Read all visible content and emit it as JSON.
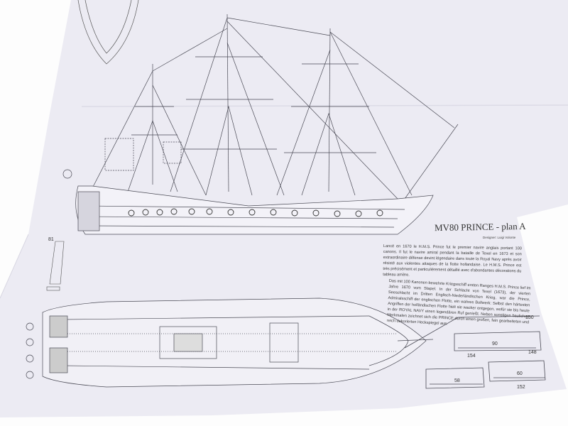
{
  "plan": {
    "title": "MV80 PRINCE - plan A",
    "designer": "Designer: Luigi Volonte",
    "paragraph_fr": "Lancé en 1670 le H.M.S. Prince fut le premier navire anglais portant 100 canons. Il fut le navire amiral pendant la bataille de Texel en 1673 et son extraordinaire défense devint légendaire dans toute la Royal Navy après avoir résisté aux violentes attaques de la flotte hollandaise. Le H.M.S. Prince est très précisément et particulièrement détaillé avec d'abondantes décorations du tableau arrière.",
    "paragraph_de": "Das mit 100 Kanonen bewehrte Kriegsschiff ersten Ranges H.M.S. Prince lief im Jahre 1670 vom Stapel. In der Schlacht von Texel (1673), der vierten Seeschlacht im Dritten Englisch-Niederländischen Krieg, war die Prince, Admiralsschiff der englischen Flotte, ein wahres Bollwerk: Selbst den härtesten Angriffen der holländischen Flotte hielt sie wacker entgegen, wofür sie bis heute in der ROYAL NAVY einen legendären Ruf genießt. Neben sonstigen baulichen Merkmalen zeichnet sich die PRINCE durch einen großen, fein gearbeiteten und reich dekorierten Heckspiegel aus."
  },
  "part_labels": {
    "part_81": "81",
    "part_150": "150",
    "part_154": "154",
    "part_148": "148",
    "part_152": "152"
  },
  "dimensions": {
    "d90": "90",
    "d58": "58",
    "d60": "60"
  },
  "colors": {
    "paper": "#ecebf3",
    "ink": "#4a4a55",
    "background": "#fdfdfd"
  }
}
